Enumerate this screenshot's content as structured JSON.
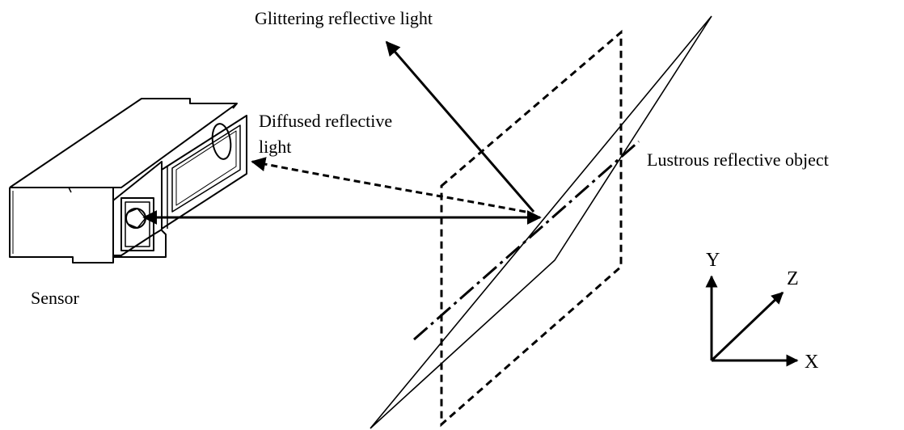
{
  "labels": {
    "glittering_light": "Glittering reflective light",
    "diffused_light_line1": "Diffused reflective",
    "diffused_light_line2": "light",
    "lustrous_object": "Lustrous reflective object",
    "sensor": "Sensor"
  },
  "axes": {
    "y": "Y",
    "z": "Z",
    "x": "X"
  },
  "colors": {
    "ink": "#000000",
    "background": "#ffffff"
  }
}
